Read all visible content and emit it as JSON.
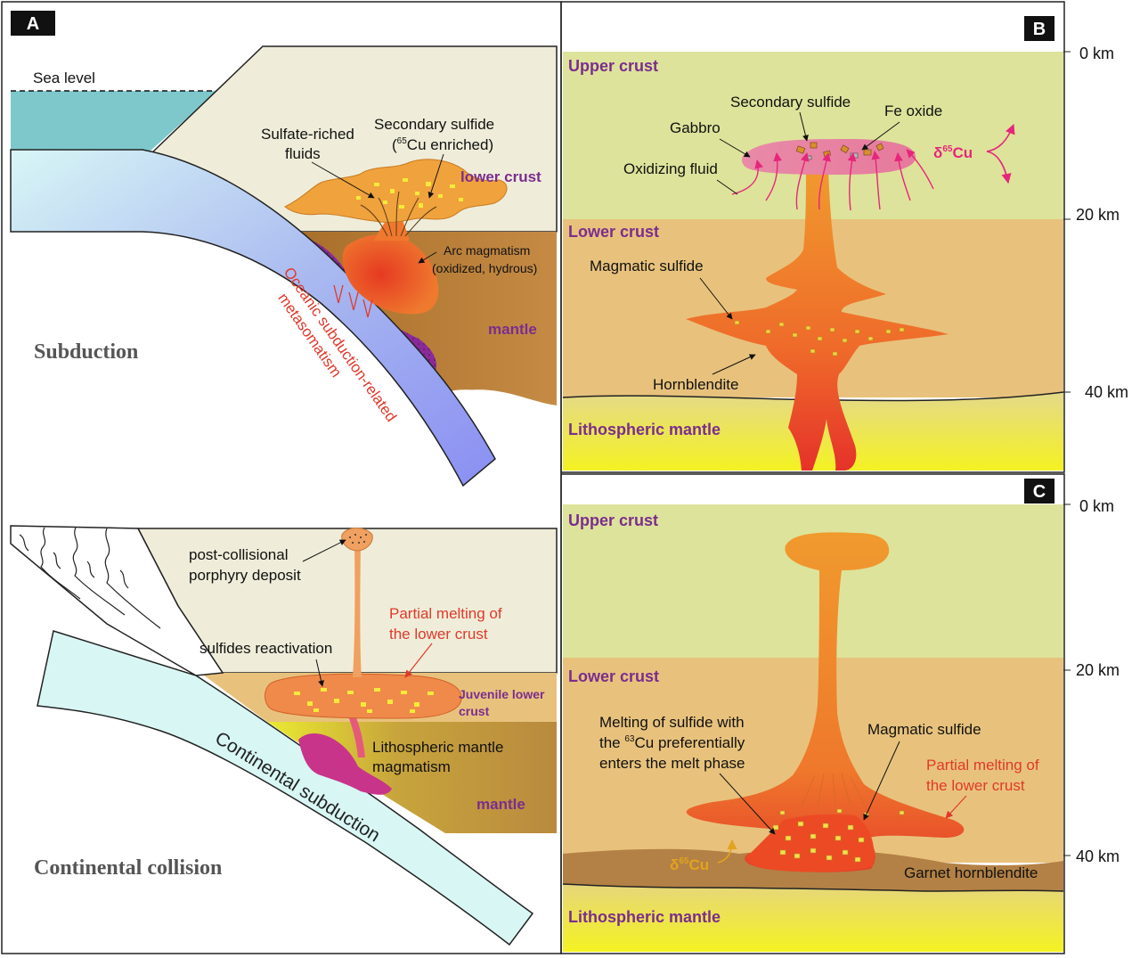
{
  "colors": {
    "sea": "#7ec8cc",
    "crust_beige": "#efedd9",
    "mantle_brown": "#b07a35",
    "upper_crust": "#dde39a",
    "lower_crust": "#e8c27c",
    "litho_yellow": "#f2ef2a",
    "magma_orange": "#f0932c",
    "magma_red": "#e6382a",
    "purple_label": "#7b2d8e",
    "red_label": "#e0392b",
    "pink_arrow": "#e6267a",
    "gold_label": "#e2a31e"
  },
  "panel_a": {
    "badge": "A",
    "subduction": {
      "sea_level": "Sea level",
      "sulfate_fluids": [
        "Sulfate-riched",
        "fluids"
      ],
      "secondary_sulfide_1": "Secondary sulfide",
      "secondary_sulfide_2_sup": "65",
      "secondary_sulfide_2_rest": "Cu enriched)",
      "secondary_sulfide_2_open": "(",
      "lower_crust": "lower crust",
      "arc_magmatism": [
        "Arc magmatism",
        "(oxidized, hydrous)"
      ],
      "mantle": "mantle",
      "metasomatism": [
        "Oceanic subduction-related",
        "metasomatism"
      ],
      "title": "Subduction"
    },
    "collision": {
      "porphyry": [
        "post-collisional",
        "porphyry deposit"
      ],
      "partial_melting": [
        "Partial melting of",
        "the lower crust"
      ],
      "sulfides_reactivation": "sulfides reactivation",
      "juvenile": [
        "Juvenile lower",
        "crust"
      ],
      "litho_magmatism": [
        "Lithospheric mantle",
        "magmatism"
      ],
      "continental_subduction": "Continental subduction",
      "mantle": "mantle",
      "title": "Continental collision"
    }
  },
  "panel_b": {
    "badge": "B",
    "upper_crust": "Upper crust",
    "lower_crust": "Lower crust",
    "litho_mantle": "Lithospheric mantle",
    "secondary_sulfide": "Secondary sulfide",
    "fe_oxide": "Fe oxide",
    "gabbro": "Gabbro",
    "oxidizing_fluid": "Oxidizing fluid",
    "delta_prefix": "δ",
    "delta_sup": "65",
    "delta_suffix": "Cu",
    "magmatic_sulfide": "Magmatic sulfide",
    "hornblendite": "Hornblendite",
    "depths": [
      "0 km",
      "20 km",
      "40 km"
    ]
  },
  "panel_c": {
    "badge": "C",
    "upper_crust": "Upper crust",
    "lower_crust": "Lower crust",
    "litho_mantle": "Lithospheric mantle",
    "melting_text_1": "Melting of sulfide with",
    "melting_text_2_pre": "the ",
    "melting_text_2_sup": "63",
    "melting_text_2_post": "Cu preferentially",
    "melting_text_3": "enters the melt phase",
    "magmatic_sulfide": "Magmatic sulfide",
    "partial_melting": [
      "Partial melting of",
      "the lower crust"
    ],
    "garnet_hornblendite": "Garnet hornblendite",
    "delta_prefix": "δ",
    "delta_sup": "65",
    "delta_suffix": "Cu",
    "depths": [
      "0 km",
      "20 km",
      "40 km"
    ]
  }
}
